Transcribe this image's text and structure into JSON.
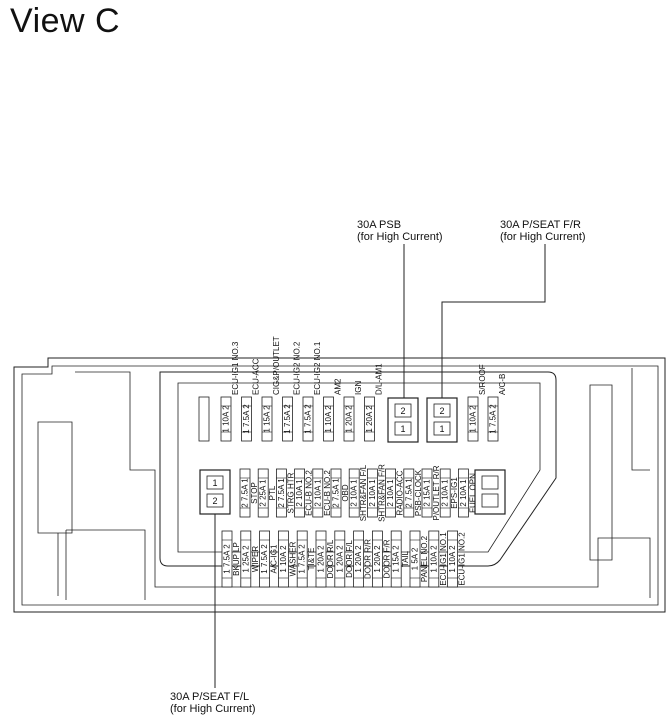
{
  "title": "View C",
  "callouts": {
    "psb": {
      "line1": "30A PSB",
      "line2": "(for High Current)"
    },
    "pseat_fr": {
      "line1": "30A P/SEAT F/R",
      "line2": "(for High Current)"
    },
    "pseat_fl": {
      "line1": "30A P/SEAT F/L",
      "line2": "(for High Current)"
    }
  },
  "row1": [
    {
      "pos": "1",
      "amp": "10A",
      "num": "2",
      "name": "ECU-IG1 NO.3"
    },
    {
      "pos": "1",
      "amp": "7.5A",
      "num": "2",
      "name": "ECU-ACC"
    },
    {
      "pos": "1",
      "amp": "15A",
      "num": "2",
      "name": "CIG&P/OUTLET"
    },
    {
      "pos": "1",
      "amp": "7.5A",
      "num": "2",
      "name": "ECU-IG2 NO.2"
    },
    {
      "pos": "1",
      "amp": "7.5A",
      "num": "2",
      "name": "ECU-IG2 NO.1"
    },
    {
      "pos": "1",
      "amp": "10A",
      "num": "2",
      "name": "AM2"
    },
    {
      "pos": "1",
      "amp": "20A",
      "num": "2",
      "name": "IGN"
    },
    {
      "pos": "1",
      "amp": "20A",
      "num": "2",
      "name": "D/L-AM1"
    }
  ],
  "row1_right": [
    {
      "pos": "1",
      "amp": "10A",
      "num": "2",
      "name": "S/ROOF"
    },
    {
      "pos": "1",
      "amp": "7.5A",
      "num": "2",
      "name": "A/C-B"
    }
  ],
  "row2": [
    {
      "pos": "2",
      "amp": "7.5A",
      "num": "1",
      "name": "STOP"
    },
    {
      "pos": "2",
      "amp": "25A",
      "num": "1",
      "name": "PTL"
    },
    {
      "pos": "2",
      "amp": "7.5A",
      "num": "1",
      "name": "STRG HTR"
    },
    {
      "pos": "2",
      "amp": "10A",
      "num": "1",
      "name": "ECU-B NO.2"
    },
    {
      "pos": "2",
      "amp": "10A",
      "num": "1",
      "name": "ECU-B NO.2"
    },
    {
      "pos": "2",
      "amp": "7.5A",
      "num": "1",
      "name": "OBD"
    },
    {
      "pos": "2",
      "amp": "10A",
      "num": "1",
      "name": "SHTR&FAN F/L"
    },
    {
      "pos": "2",
      "amp": "10A",
      "num": "1",
      "name": "SHTR&FAN F/R"
    },
    {
      "pos": "2",
      "amp": "10A",
      "num": "1",
      "name": "RADIO-ACC"
    },
    {
      "pos": "2",
      "amp": "7.5A",
      "num": "1",
      "name": "PSB-CLOCK"
    },
    {
      "pos": "2",
      "amp": "15A",
      "num": "1",
      "name": "P/OUTLET R/R"
    },
    {
      "pos": "2",
      "amp": "10A",
      "num": "1",
      "name": "EPS-IG1"
    },
    {
      "pos": "2",
      "amp": "10A",
      "num": "1",
      "name": "FUEL OPN"
    }
  ],
  "row3": [
    {
      "pos": "1",
      "amp": "7.5A",
      "num": "2",
      "name": "BKUP LP"
    },
    {
      "pos": "1",
      "amp": "25A",
      "num": "2",
      "name": "WIPER"
    },
    {
      "pos": "1",
      "amp": "7.5A",
      "num": "2",
      "name": "A/C-IG1"
    },
    {
      "pos": "1",
      "amp": "10A",
      "num": "2",
      "name": "WASHER"
    },
    {
      "pos": "1",
      "amp": "7.5A",
      "num": "2",
      "name": "TI&TE"
    },
    {
      "pos": "1",
      "amp": "20A",
      "num": "2",
      "name": "DOOR R/L"
    },
    {
      "pos": "1",
      "amp": "20A",
      "num": "2",
      "name": "DOOR F/L"
    },
    {
      "pos": "1",
      "amp": "20A",
      "num": "2",
      "name": "DOOR R/R"
    },
    {
      "pos": "1",
      "amp": "20A",
      "num": "2",
      "name": "DOOR F/R"
    },
    {
      "pos": "1",
      "amp": "15A",
      "num": "2",
      "name": "TAIL"
    },
    {
      "pos": "1",
      "amp": "5A",
      "num": "2",
      "name": "PANEL NO.2"
    },
    {
      "pos": "1",
      "amp": "10A",
      "num": "2",
      "name": "ECU-IG1 NO.1"
    },
    {
      "pos": "1",
      "amp": "10A",
      "num": "2",
      "name": "ECU-IG1 NO.2"
    }
  ],
  "relays": {
    "psb": {
      "top": "2",
      "bottom": "1"
    },
    "pseat_fr": {
      "top": "2",
      "bottom": "1"
    },
    "pseat_fl": {
      "top": "1",
      "bottom": "2"
    }
  }
}
